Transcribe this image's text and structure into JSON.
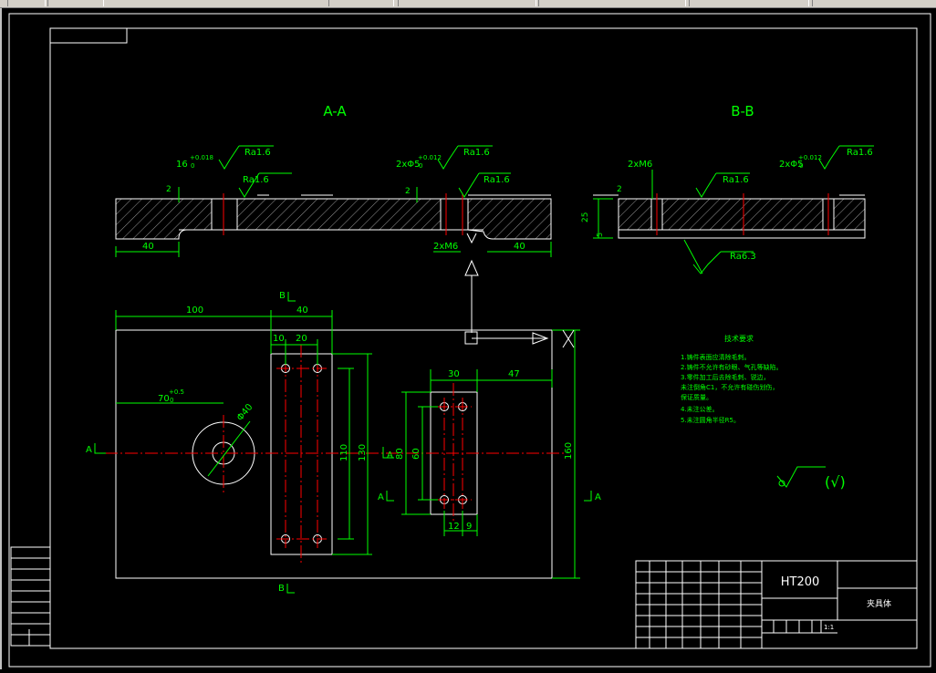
{
  "section_a": {
    "title": "A-A"
  },
  "section_b": {
    "title": "B-B"
  },
  "a_section": {
    "tol_hole_left": "16",
    "tol_hole_left_sup": "+0.018",
    "tol_hole_left_sub": "0",
    "ra_top_left": "Ra1.6",
    "ra_mid_left": "Ra1.6",
    "depth_left": "2",
    "tol_hole_right": "2xΦ5",
    "tol_hole_right_sup": "+0.012",
    "tol_hole_right_sub": "0",
    "ra_top_right": "Ra1.6",
    "ra_mid_right": "Ra1.6",
    "depth_right": "2",
    "dim_left": "40",
    "dim_right": "40",
    "thread_label": "2xM6"
  },
  "b_section": {
    "thread_label": "2xM6",
    "ra_mid": "Ra1.6",
    "depth": "2",
    "hole_tol": "2xΦ5",
    "hole_tol_sup": "+0.012",
    "hole_tol_sub": "0",
    "ra_top": "Ra1.6",
    "thickness": "25",
    "base": "5",
    "ra_bottom": "Ra6.3"
  },
  "plan_view": {
    "dim_100": "100",
    "dim_40": "40",
    "dim_10": "10",
    "dim_20": "20",
    "dim_70": "70",
    "dim_70_sup": "+0.5",
    "dim_70_sub": "0",
    "dia_40": "Φ40",
    "dim_110": "110",
    "dim_130": "130",
    "dim_30": "30",
    "dim_47": "47",
    "dim_80": "80",
    "dim_60": "60",
    "dim_12": "12",
    "dim_9": "9",
    "dim_160": "160",
    "sec_a_left": "A",
    "sec_a_mid": "A",
    "sec_a_mid2": "A",
    "sec_a_right": "A",
    "sec_b_top": "B",
    "sec_b_bottom": "B"
  },
  "notes": {
    "title": "技术要求",
    "lines": [
      "1.铸件表面应清除毛刺。",
      "2.铸件不允许有砂眼、气孔等缺陷。",
      "3.零件加工后去除毛刺、锐边，",
      "  未注倒角C1，不允许有碰伤划伤，",
      "  保证质量。",
      "4.未注公差。",
      "5.未注圆角半径R5。"
    ]
  },
  "roughness_general": "(√)",
  "title_block": {
    "material": "HT200",
    "part_name": "夹具体",
    "scale": "1:1"
  },
  "colors": {
    "line": "#ffffff",
    "dim": "#00ff00",
    "center": "#ff0000",
    "text": "#00ff00",
    "section_title": "#00ff00"
  }
}
